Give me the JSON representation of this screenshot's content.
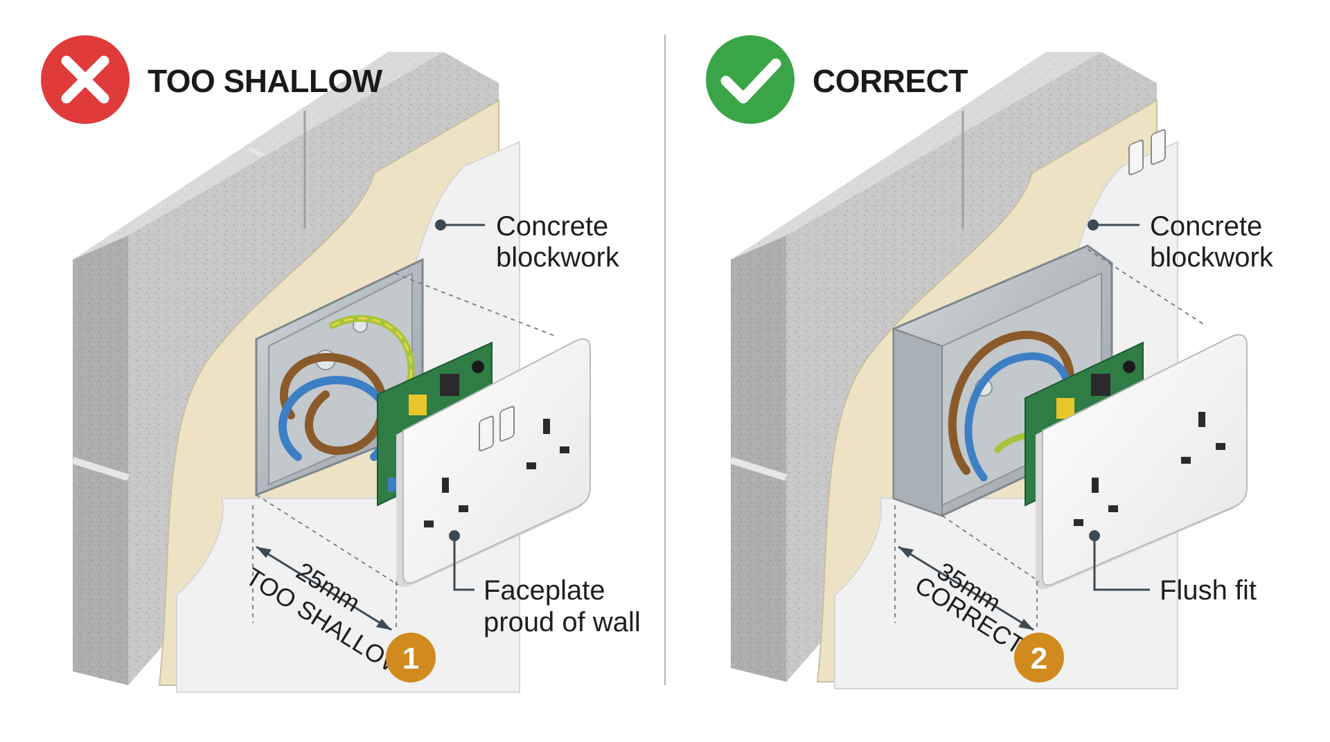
{
  "panels": [
    {
      "id": "shallow",
      "status": "fail",
      "status_icon": "cross-icon",
      "status_color": "#e03a3a",
      "title": "TOO SHALLOW",
      "wall_label_line1": "Concrete",
      "wall_label_line2": "blockwork",
      "result_label_line1": "Faceplate",
      "result_label_line2": "proud of wall",
      "depth_mm": 25,
      "dimension_value": "25mm",
      "dimension_note": "TOO SHALLOW",
      "badge_number": "1",
      "badge_color": "#d08a1e"
    },
    {
      "id": "correct",
      "status": "pass",
      "status_icon": "check-icon",
      "status_color": "#3aa546",
      "title": "CORRECT",
      "wall_label_line1": "Concrete",
      "wall_label_line2": "blockwork",
      "result_label_line1": "Flush fit",
      "result_label_line2": "",
      "depth_mm": 35,
      "dimension_value": "35mm",
      "dimension_note": "CORRECT",
      "badge_number": "2",
      "badge_color": "#d08a1e"
    }
  ],
  "colors": {
    "concrete": "#c9c9c9",
    "concrete_dark": "#a9a9a9",
    "plaster": "#ede3c4",
    "wall_face": "#f1f1f1",
    "metal_box": "#b9bfc4",
    "faceplate": "#f7f7f7",
    "pcb": "#2f7d45",
    "cable_brown": "#8b5a2b",
    "cable_blue": "#3d7fc4",
    "cable_earth": "#a6c43a",
    "leader": "#3b4a54"
  }
}
